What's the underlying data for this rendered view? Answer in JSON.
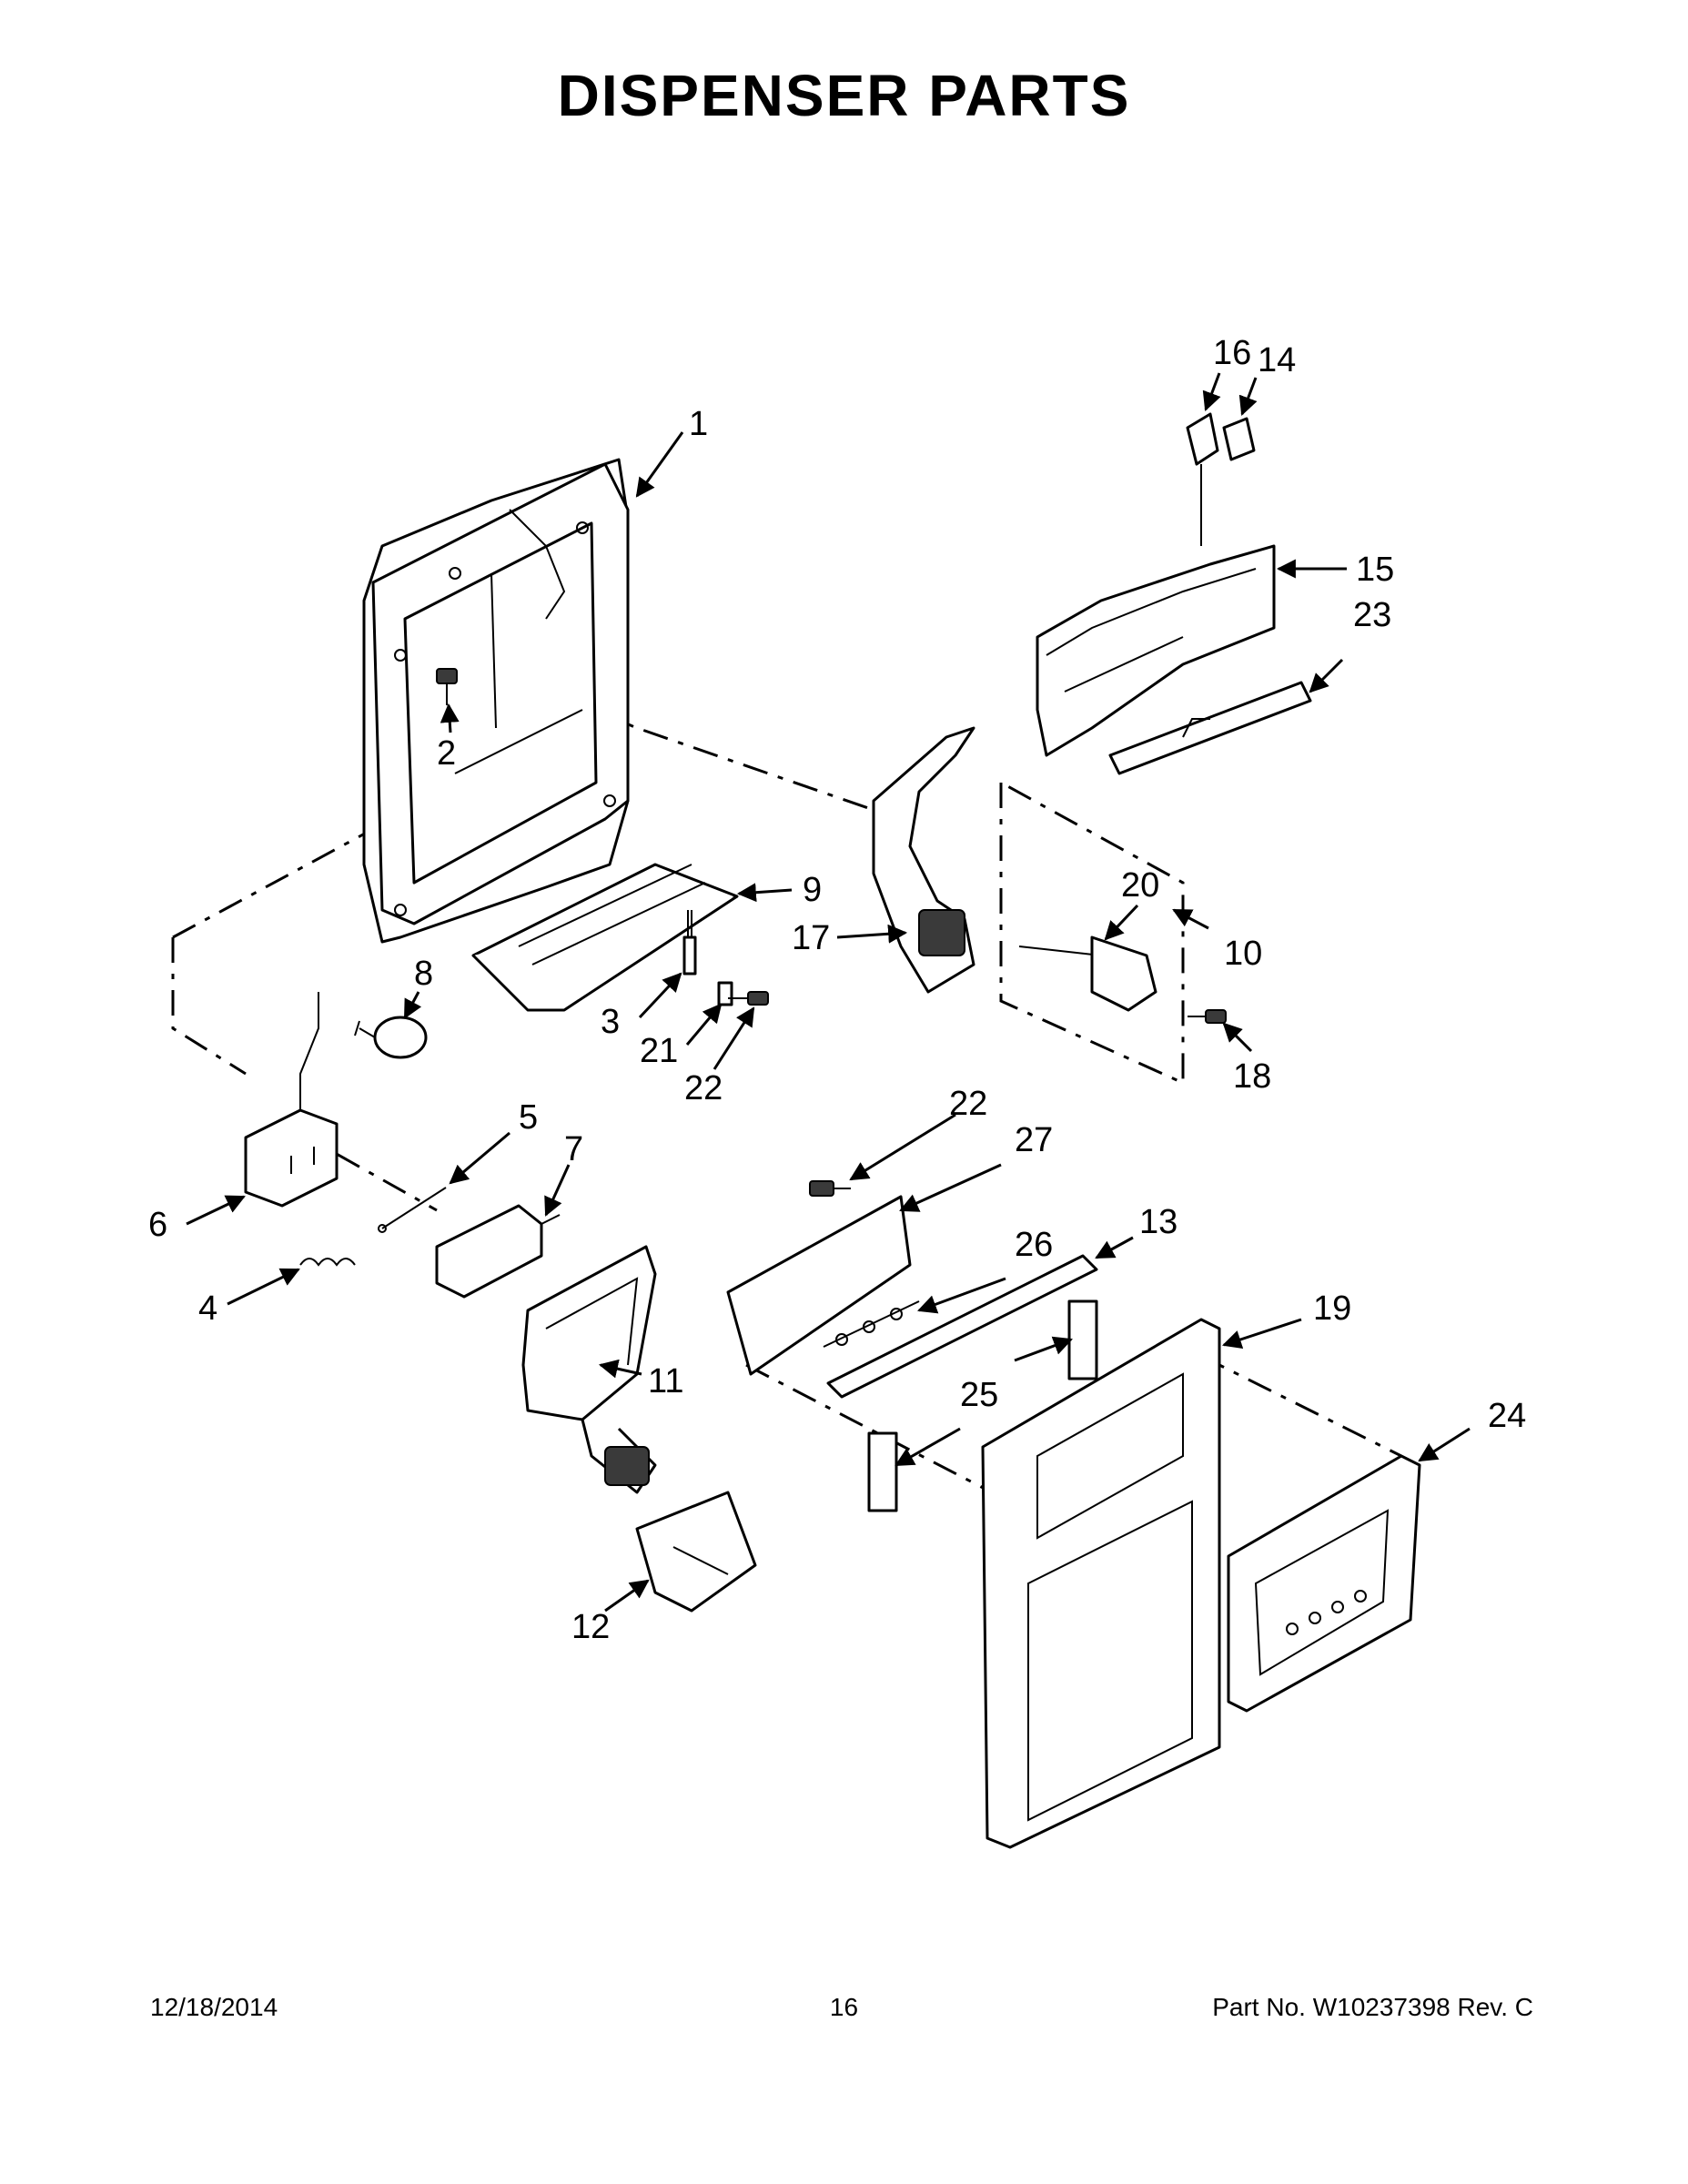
{
  "title": "DISPENSER PARTS",
  "footer": {
    "date": "12/18/2014",
    "page": "16",
    "part_no": "Part No.  W10237398  Rev.  C"
  },
  "callouts": [
    {
      "id": "c1",
      "label": "1"
    },
    {
      "id": "c2",
      "label": "2"
    },
    {
      "id": "c3",
      "label": "3"
    },
    {
      "id": "c4",
      "label": "4"
    },
    {
      "id": "c5",
      "label": "5"
    },
    {
      "id": "c6",
      "label": "6"
    },
    {
      "id": "c7",
      "label": "7"
    },
    {
      "id": "c8",
      "label": "8"
    },
    {
      "id": "c9",
      "label": "9"
    },
    {
      "id": "c10",
      "label": "10"
    },
    {
      "id": "c11",
      "label": "11"
    },
    {
      "id": "c12",
      "label": "12"
    },
    {
      "id": "c13",
      "label": "13"
    },
    {
      "id": "c14",
      "label": "14"
    },
    {
      "id": "c15",
      "label": "15"
    },
    {
      "id": "c16",
      "label": "16"
    },
    {
      "id": "c17",
      "label": "17"
    },
    {
      "id": "c18",
      "label": "18"
    },
    {
      "id": "c19",
      "label": "19"
    },
    {
      "id": "c20",
      "label": "20"
    },
    {
      "id": "c21",
      "label": "21"
    },
    {
      "id": "c22a",
      "label": "22"
    },
    {
      "id": "c22b",
      "label": "22"
    },
    {
      "id": "c23",
      "label": "23"
    },
    {
      "id": "c24",
      "label": "24"
    },
    {
      "id": "c25",
      "label": "25"
    },
    {
      "id": "c26",
      "label": "26"
    },
    {
      "id": "c27",
      "label": "27"
    }
  ]
}
